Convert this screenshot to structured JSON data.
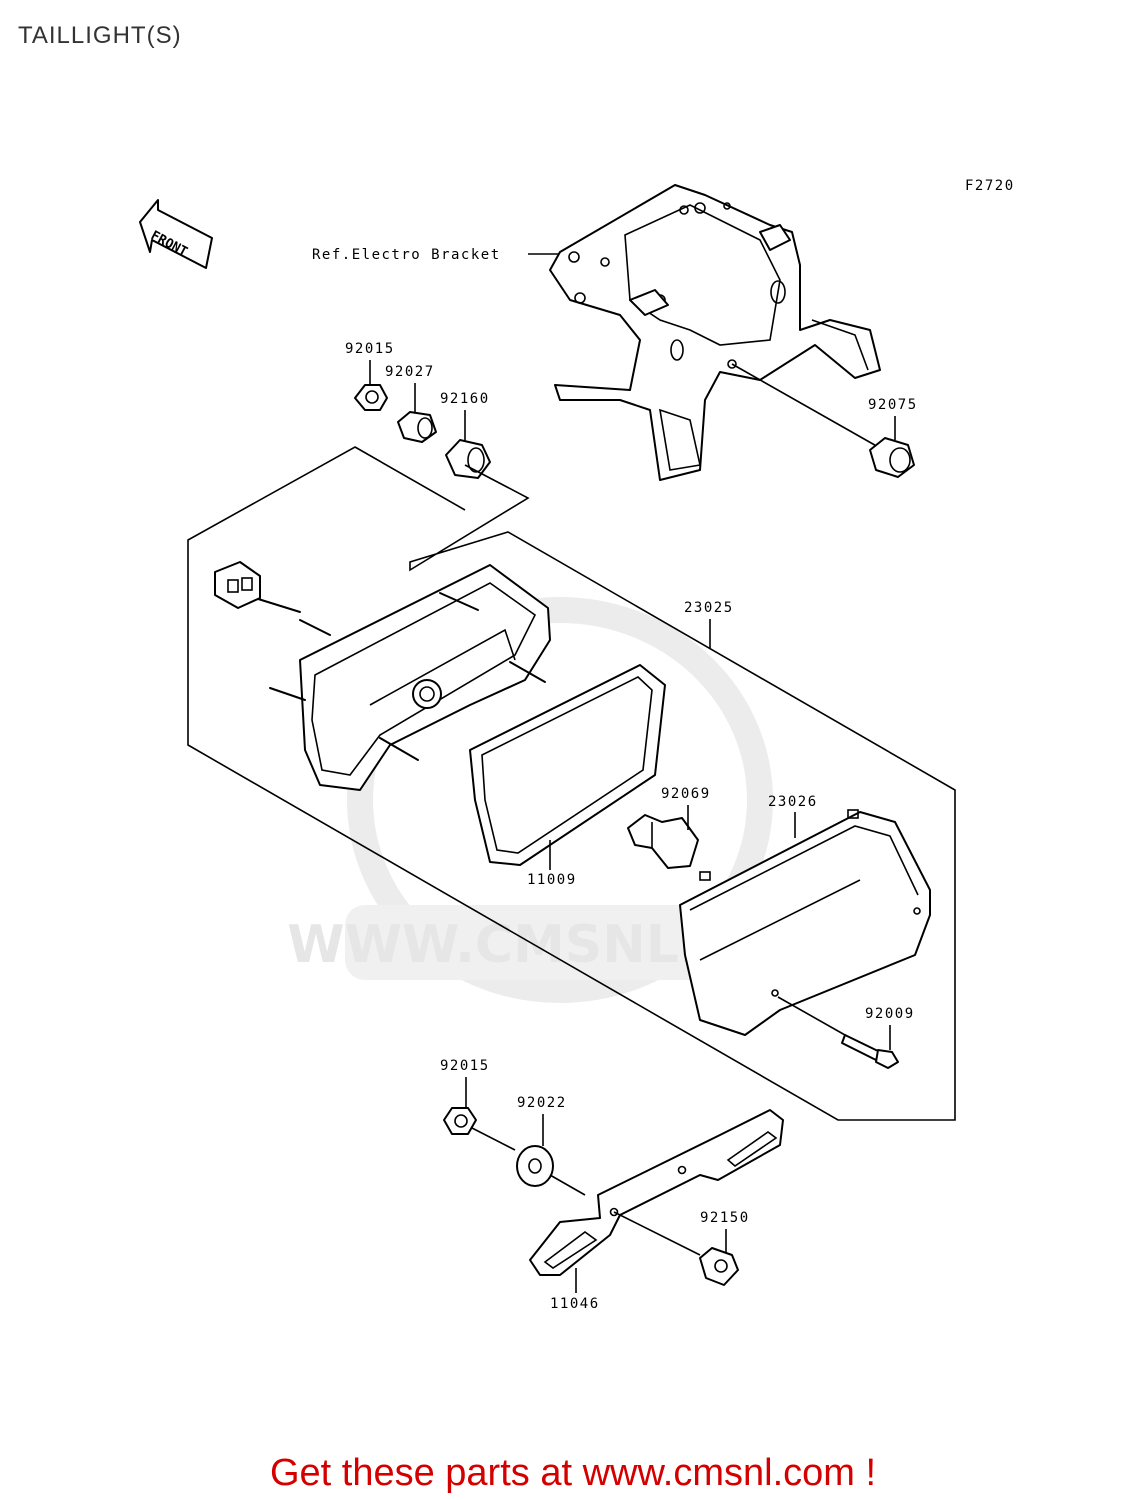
{
  "title": "TAILLIGHT(S)",
  "figure_code": "F2720",
  "front_label": "FRONT",
  "ref_label": "Ref.Electro Bracket",
  "watermark": "WWW.CMSNL.COM",
  "parts": {
    "p92015a": "92015",
    "p92027": "92027",
    "p92160": "92160",
    "p92075": "92075",
    "p23025": "23025",
    "p92069": "92069",
    "p23026": "23026",
    "p11009": "11009",
    "p92009": "92009",
    "p92015b": "92015",
    "p92022": "92022",
    "p92150": "92150",
    "p11046": "11046"
  },
  "cta": "Get these parts at www.cmsnl.com !"
}
